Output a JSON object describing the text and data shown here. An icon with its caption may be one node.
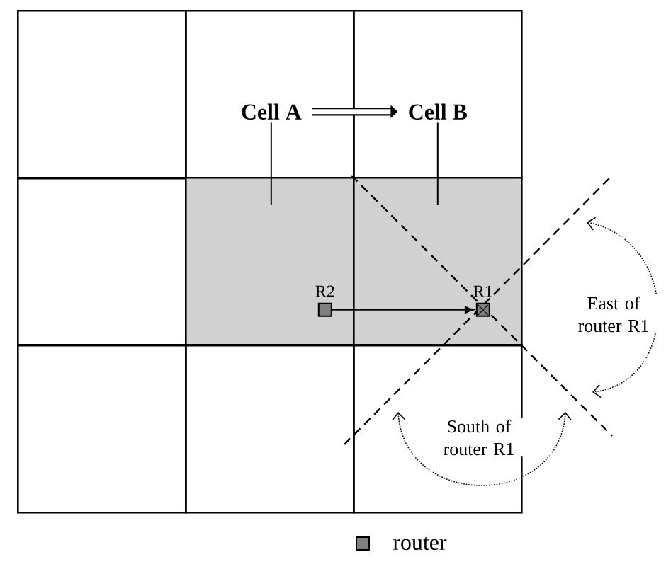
{
  "diagram": {
    "nodes": [
      {
        "text": [],
        "shape": "box"
      },
      {
        "text": [],
        "shape": "box"
      },
      {
        "text": [],
        "shape": "box"
      },
      {
        "text": [],
        "shape": "box"
      },
      {
        "text": [],
        "shape": "box"
      },
      {
        "text": [],
        "shape": "box"
      },
      {
        "text": [],
        "shape": "box"
      },
      {
        "text": [],
        "shape": "box"
      },
      {
        "text": [],
        "shape": "box"
      },
      {
        "text": [
          "Cell A"
        ],
        "in": 1
      },
      {
        "text": [
          "Cell B"
        ],
        "in": 2
      },
      {
        "text": [],
        "shape": "box",
        "in": 4,
        "beside": [
          "R2"
        ]
      },
      {
        "text": [],
        "shape": "box",
        "in": 5,
        "beside": [
          "R1"
        ]
      }
    ],
    "edges": [
      {
        "from": 9,
        "to": 10,
        "arrow": "to",
        "style": "thick"
      },
      {
        "from": 9,
        "to": 4,
        "arrow": "none"
      },
      {
        "from": 10,
        "to": 5,
        "arrow": "none"
      },
      {
        "from": 11,
        "to": 12,
        "arrow": "to"
      }
    ],
    "labels": [
      "East of router R1",
      "South of router R1"
    ],
    "legend": [
      {
        "text": "router"
      }
    ]
  }
}
